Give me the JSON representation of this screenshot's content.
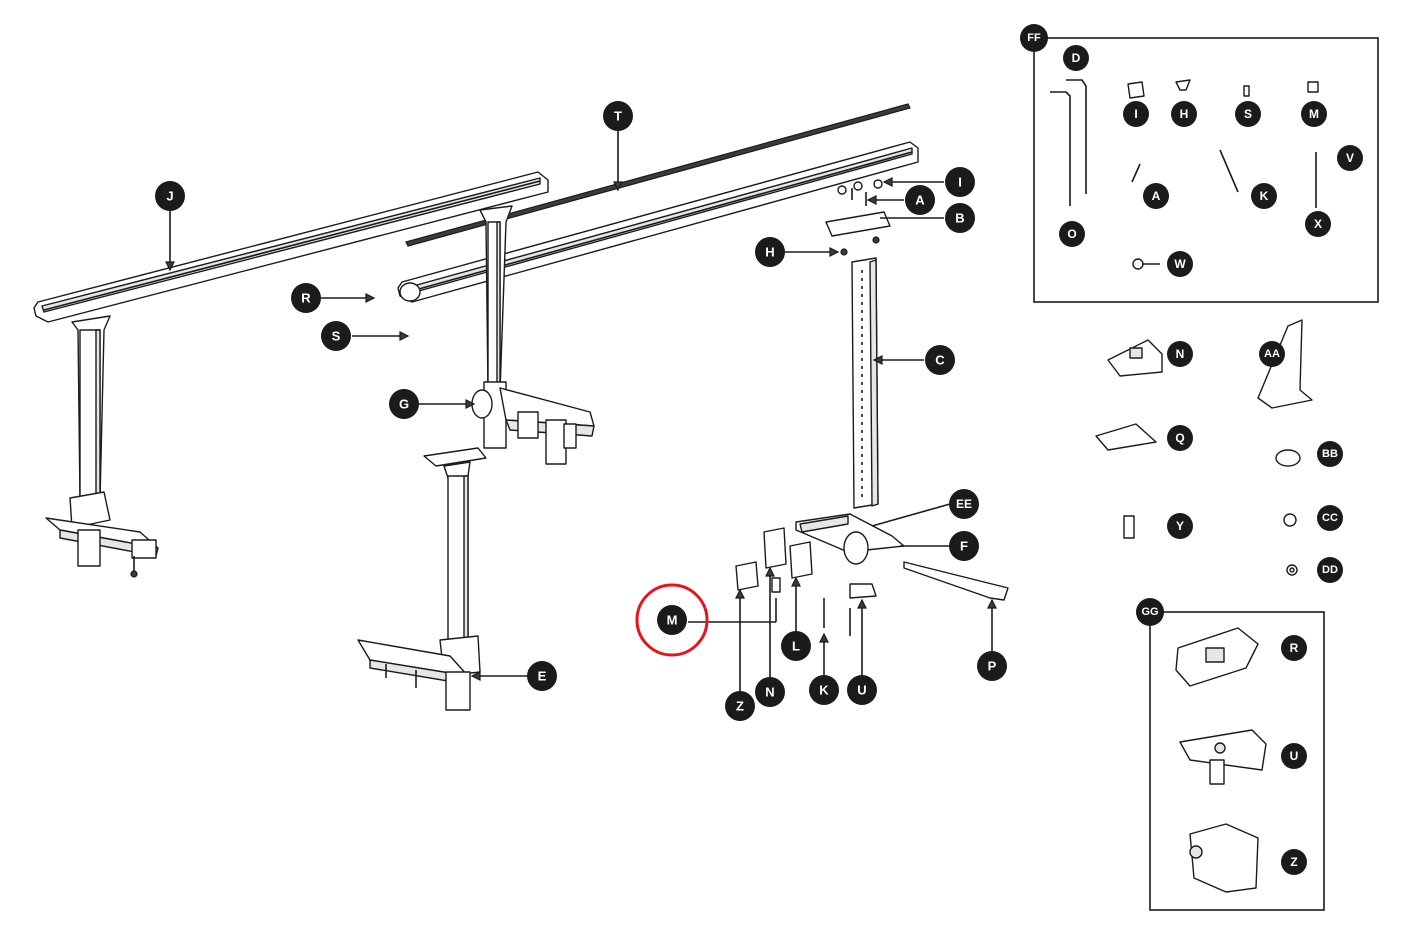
{
  "labels": {
    "T": "T",
    "J": "J",
    "R": "R",
    "S": "S",
    "G": "G",
    "E": "E",
    "I": "I",
    "A": "A",
    "B": "B",
    "H": "H",
    "C": "C",
    "EE": "EE",
    "F": "F",
    "P": "P",
    "M": "M",
    "Z": "Z",
    "N": "N",
    "L": "L",
    "K": "K",
    "U": "U",
    "FF": "FF",
    "D": "D",
    "O": "O",
    "V": "V",
    "X": "X",
    "W": "W",
    "AA": "AA",
    "Q": "Q",
    "BB": "BB",
    "Y": "Y",
    "CC": "CC",
    "DD": "DD",
    "GG": "GG"
  },
  "highlight": {
    "label": "M",
    "color": "#e8141c"
  },
  "colors": {
    "marker": "#1b1b1b",
    "marker_text": "#ffffff",
    "line": "#1b1b1b"
  }
}
